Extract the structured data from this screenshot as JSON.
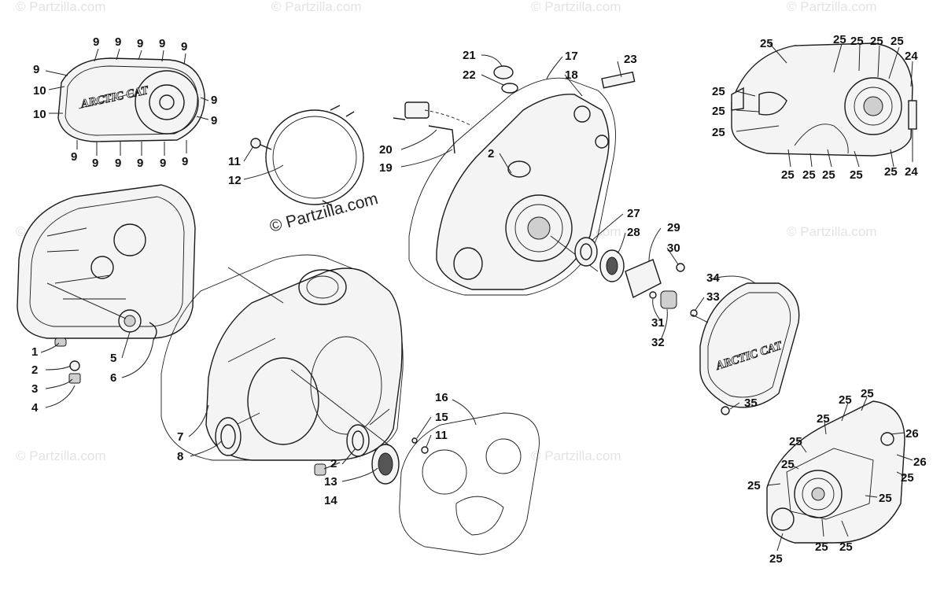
{
  "watermark": {
    "main": "© Partzilla.com",
    "faint": "© Partzilla.com"
  },
  "brand_logo": "ARCTIC CAT",
  "callouts": {
    "n1": "1",
    "n2": "2",
    "n3": "3",
    "n4": "4",
    "n5": "5",
    "n6": "6",
    "n7": "7",
    "n8": "8",
    "n9": "9",
    "n10": "10",
    "n11": "11",
    "n12": "12",
    "n13": "13",
    "n14": "14",
    "n15": "15",
    "n16": "16",
    "n17": "17",
    "n18": "18",
    "n19": "19",
    "n20": "20",
    "n21": "21",
    "n22": "22",
    "n23": "23",
    "n24": "24",
    "n25": "25",
    "n26": "26",
    "n27": "27",
    "n28": "28",
    "n29": "29",
    "n30": "30",
    "n31": "31",
    "n32": "32",
    "n33": "33",
    "n34": "34",
    "n35": "35"
  }
}
